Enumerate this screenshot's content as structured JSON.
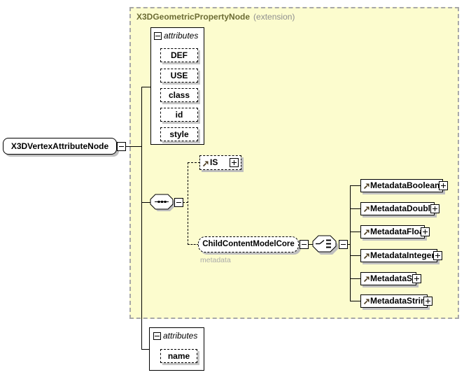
{
  "root": {
    "label": "X3DVertexAttributeNode"
  },
  "container": {
    "title": "X3DGeometricPropertyNode",
    "subtitle": "(extension)"
  },
  "attributes_top": {
    "header": "attributes",
    "items": [
      {
        "label": "DEF"
      },
      {
        "label": "USE"
      },
      {
        "label": "class"
      },
      {
        "label": "id"
      },
      {
        "label": "style"
      }
    ]
  },
  "compositors": {
    "sequence": "sequence",
    "choice": "choice"
  },
  "is_node": {
    "label": "IS"
  },
  "child_content_group": {
    "label": "ChildContentModelCore",
    "annotation": "metadata"
  },
  "metadata_elements": [
    {
      "label": "MetadataBoolean"
    },
    {
      "label": "MetadataDouble"
    },
    {
      "label": "MetadataFloat"
    },
    {
      "label": "MetadataInteger"
    },
    {
      "label": "MetadataSet"
    },
    {
      "label": "MetadataString"
    }
  ],
  "attributes_bottom": {
    "header": "attributes",
    "items": [
      {
        "label": "name"
      }
    ]
  },
  "icons": {
    "expand_icon": "plus-square",
    "collapse_icon": "minus-square",
    "sequence_icon": "dotted-line-octagon",
    "choice_icon": "switch-octagon",
    "reference_icon": "up-right-arrow"
  },
  "colors": {
    "container_bg": "#FCFCCE",
    "container_border": "#A8A8A8",
    "title_text": "#6C6C34",
    "subtitle_text": "#8F8F8F",
    "annotation_text": "#AAAAAA",
    "box_shadow": "#BFBFBF",
    "line": "#000000"
  }
}
